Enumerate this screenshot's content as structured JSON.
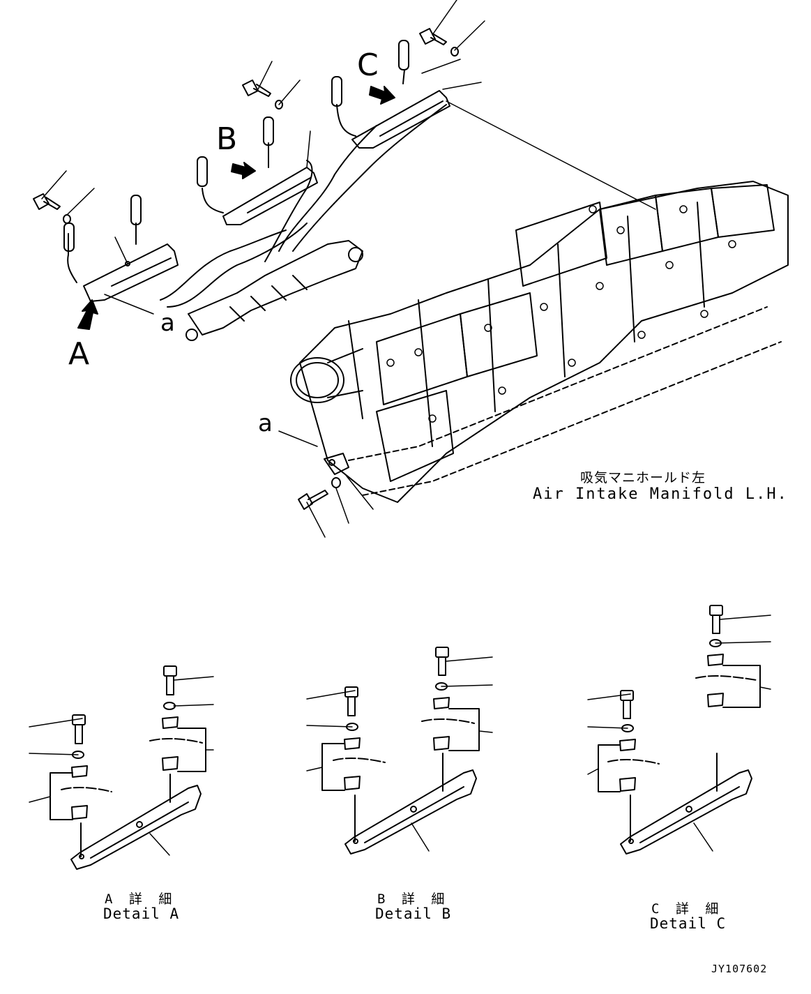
{
  "callouts": {
    "view_a": "A",
    "view_b": "B",
    "view_c": "C",
    "ref_a_top": "a",
    "ref_a_bottom": "a"
  },
  "manifold_label": {
    "jp": "吸気マニホールド左",
    "en": "Air Intake Manifold L.H."
  },
  "details": [
    {
      "jp": "A 詳 細",
      "en": "Detail A"
    },
    {
      "jp": "B 詳 細",
      "en": "Detail B"
    },
    {
      "jp": "C 詳 細",
      "en": "Detail C"
    }
  ],
  "drawing_code": "JY107602",
  "colors": {
    "line": "#000000",
    "background": "#ffffff"
  }
}
